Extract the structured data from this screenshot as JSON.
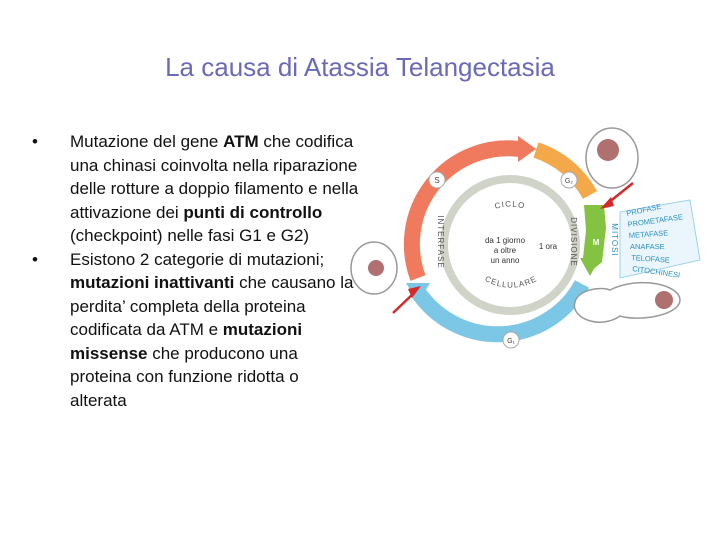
{
  "title": "La causa di Atassia Telangectasia",
  "bullets": [
    {
      "segments": [
        {
          "text": "Mutazione del gene ",
          "bold": false
        },
        {
          "text": "ATM",
          "bold": true
        },
        {
          "text": " che codifica una chinasi coinvolta nella riparazione delle rotture a doppio filamento e nella attivazione dei ",
          "bold": false
        },
        {
          "text": "punti di controllo",
          "bold": true
        },
        {
          "text": " (checkpoint) nelle fasi G1 e G2)",
          "bold": false
        }
      ]
    },
    {
      "segments": [
        {
          "text": "Esistono 2 categorie di mutazioni; ",
          "bold": false
        },
        {
          "text": "mutazioni inattivanti",
          "bold": true
        },
        {
          "text": " che causano la perdita’ completa della proteina codificata da ATM e ",
          "bold": false
        },
        {
          "text": "mutazioni missense",
          "bold": true
        },
        {
          "text": " che producono una proteina con funzione ridotta o alterata",
          "bold": false
        }
      ]
    }
  ],
  "diagram": {
    "center_lines": [
      "da 1 giorno",
      "a oltre",
      "un anno"
    ],
    "ciclo": "CICLO",
    "cellulare": "CELLULARE",
    "interfase": "INTERFASE",
    "divisione": "DIVISIONE",
    "one_hour": "1 ora",
    "phase_s": "S",
    "phase_g2": "G₂",
    "phase_g1": "G₁",
    "phase_m": "M",
    "mitosi": "MITOSI",
    "mitosis_phases": [
      "PROFASE",
      "PROMETAFASE",
      "METAFASE",
      "ANAFASE",
      "TELOFASE",
      "CITOCHINESI"
    ],
    "colors": {
      "s_arc": "#f07a5e",
      "g2_arc": "#f3a94a",
      "m_arc": "#84c341",
      "g1_arc": "#7cc6e6",
      "inner_ring": "#cfd3c8",
      "phase_text": "#2a8fc4",
      "arrow": "#d42a2a",
      "nucleus": "#b07070"
    }
  }
}
